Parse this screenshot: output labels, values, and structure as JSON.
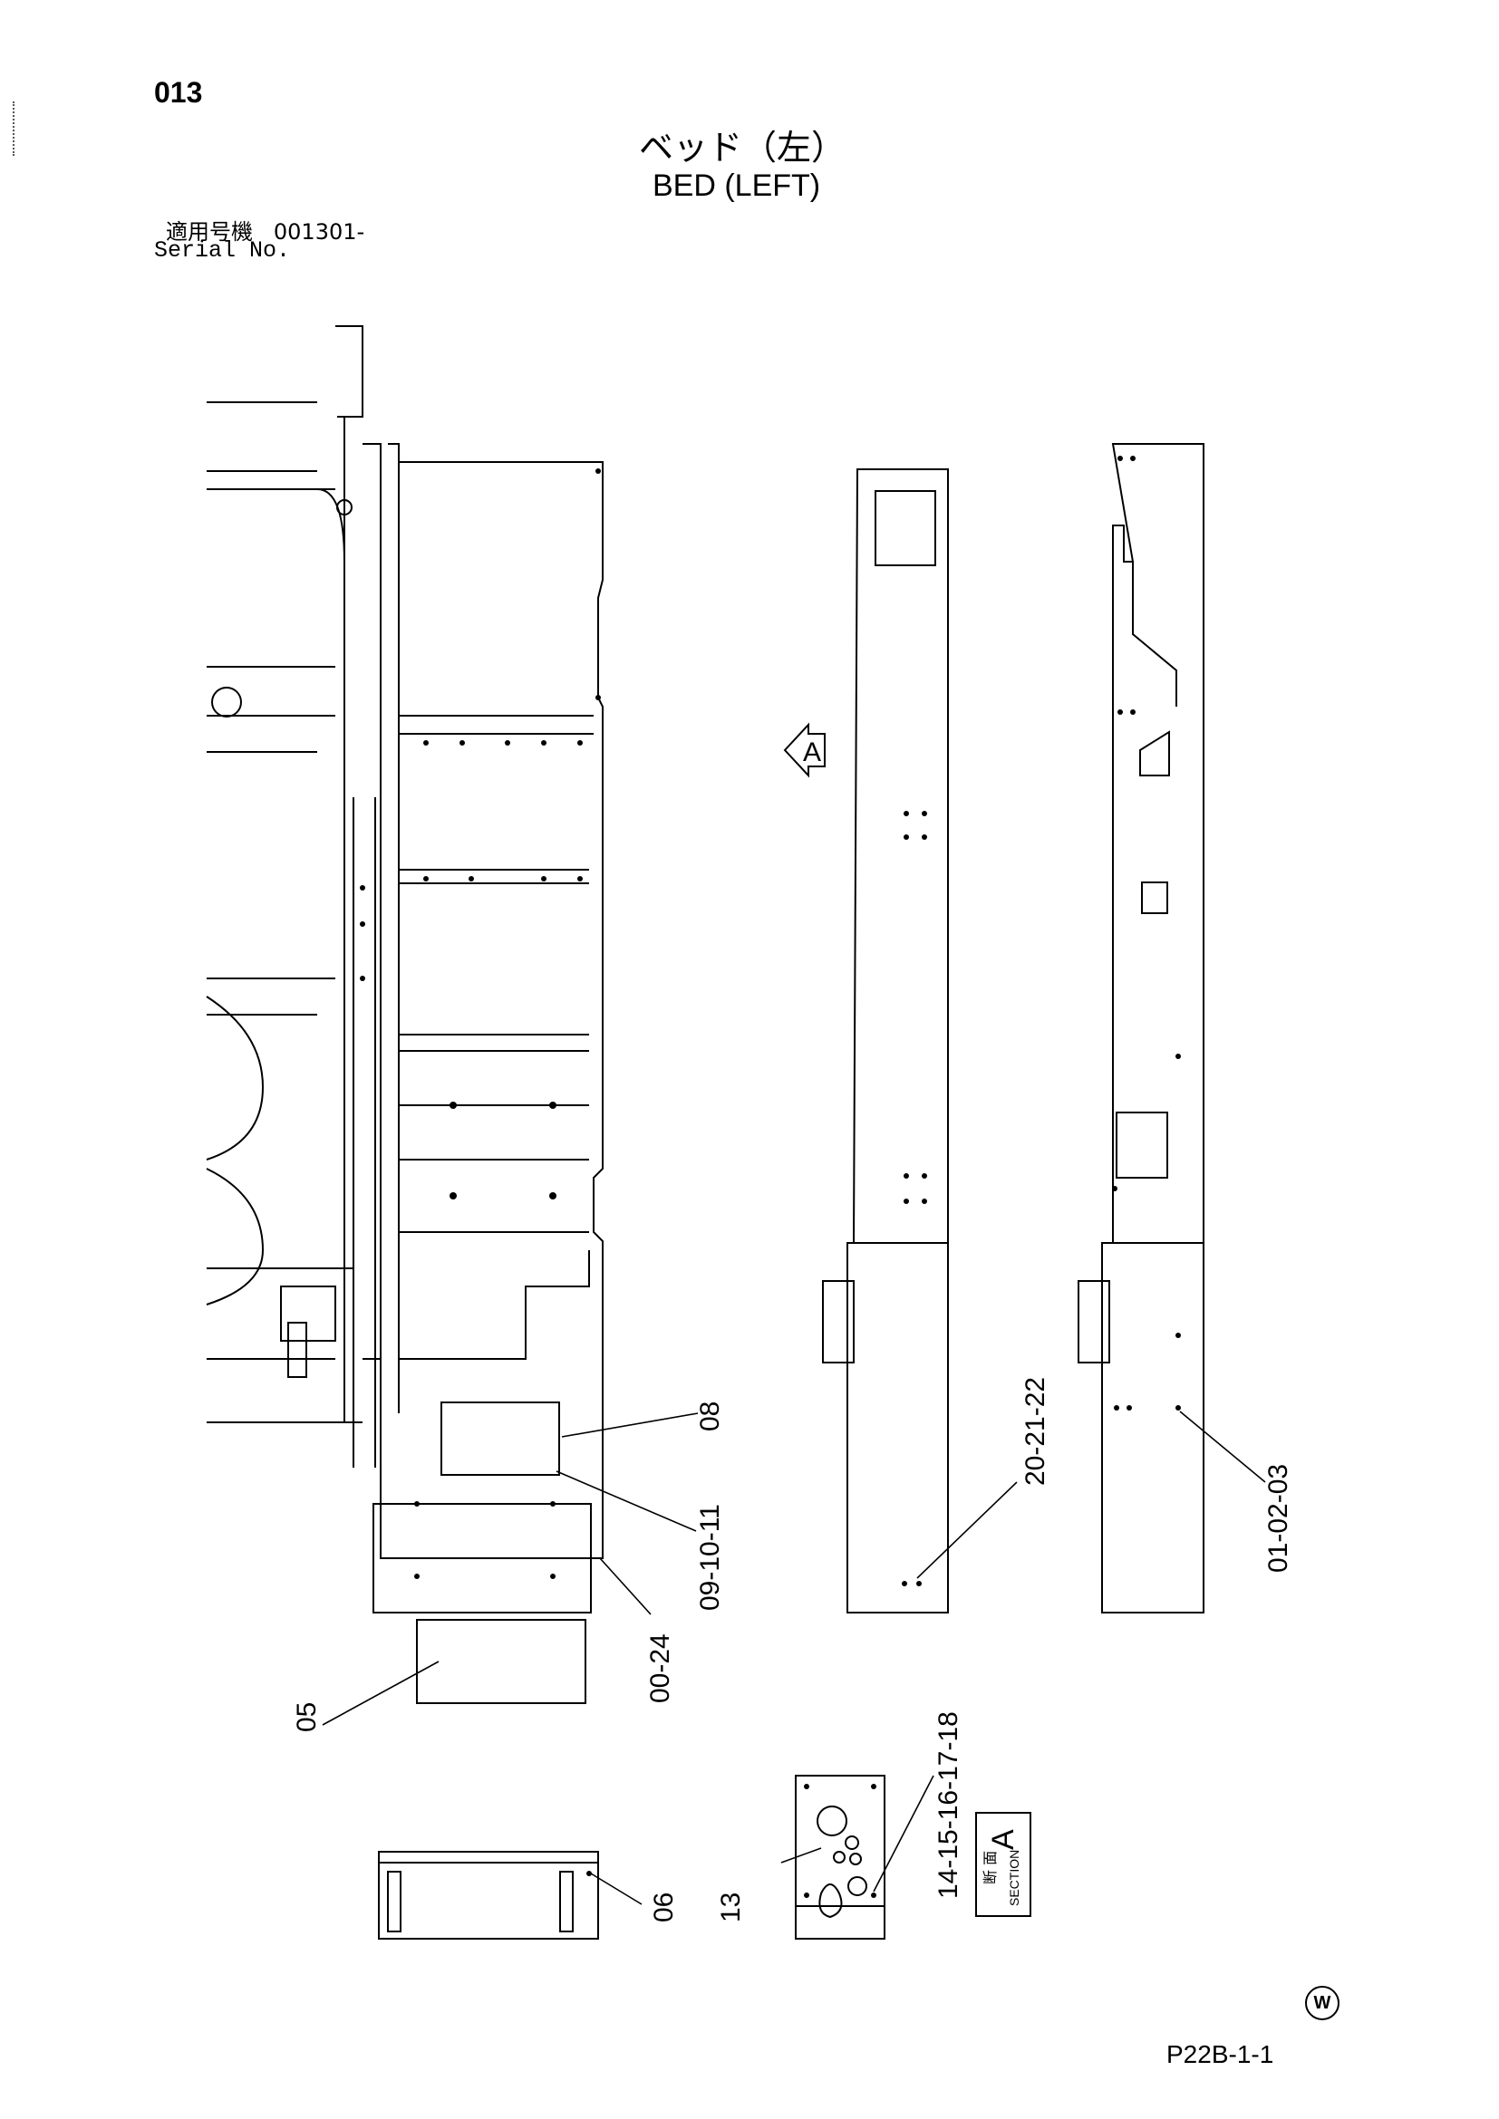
{
  "header": {
    "page_number": "013",
    "title_jp": "ベッド（左）",
    "title_en": "BED (LEFT)",
    "serial_label_jp": "適用号機",
    "serial_value": "001301-",
    "serial_label_en": "Serial No."
  },
  "callouts": {
    "c08": "08",
    "c09_10_11": "09-10-11",
    "c00_24": "00-24",
    "c05": "05",
    "c20_21_22": "20-21-22",
    "c01_02_03": "01-02-03",
    "c14_18": "14-15-16-17-18",
    "c13": "13",
    "c06": "06"
  },
  "section_marker": {
    "view_letter": "A",
    "label_jp": "断 面",
    "label_en": "SECTION",
    "letter": "A"
  },
  "footer": {
    "page_code": "P22B-1-1",
    "mark": "W"
  }
}
